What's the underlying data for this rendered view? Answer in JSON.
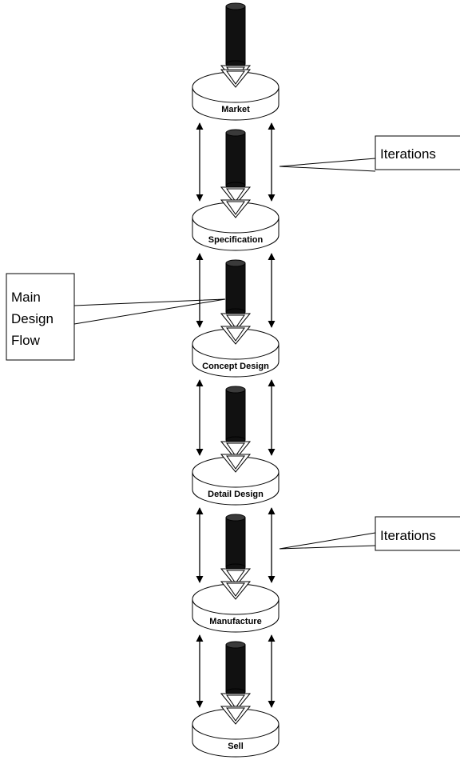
{
  "stages": [
    "Market",
    "Specification",
    "Concept Design",
    "Detail Design",
    "Manufacture",
    "Sell"
  ],
  "callouts": {
    "iterations_top": "Iterations",
    "main_flow_lines": [
      "Main",
      "Design",
      "Flow"
    ],
    "iterations_bottom": "Iterations"
  },
  "colors": {
    "stroke": "#000000",
    "flow_cylinder": "#111111",
    "disc_fill": "#ffffff"
  }
}
